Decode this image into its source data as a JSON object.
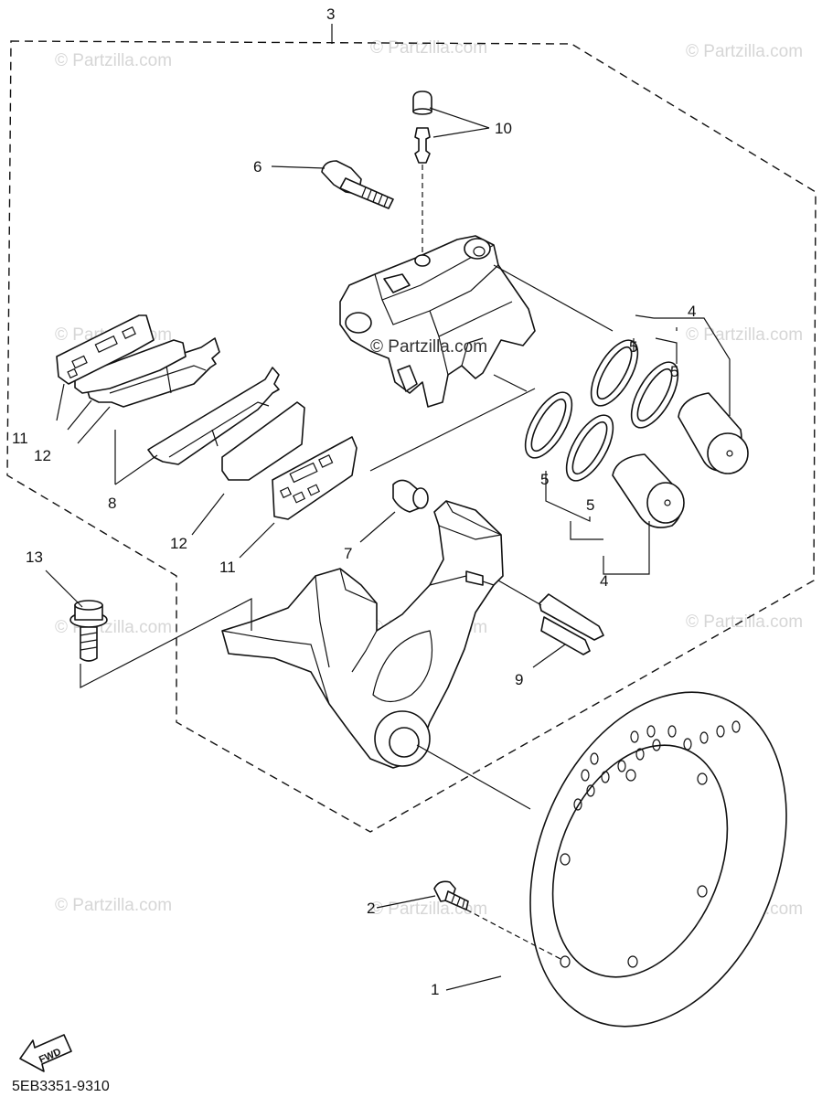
{
  "watermark": "© Partzilla.com",
  "diagram_code": "5EB3351-9310",
  "direction_badge": "FWD",
  "callouts": {
    "c1": "1",
    "c2": "2",
    "c3": "3",
    "c4a": "4",
    "c4b": "4",
    "c5a": "5",
    "c5b": "5",
    "c5c": "5",
    "c5d": "5",
    "c6": "6",
    "c7": "7",
    "c8": "8",
    "c9": "9",
    "c10": "10",
    "c11a": "11",
    "c11b": "11",
    "c12a": "12",
    "c12b": "12",
    "c13": "13"
  }
}
